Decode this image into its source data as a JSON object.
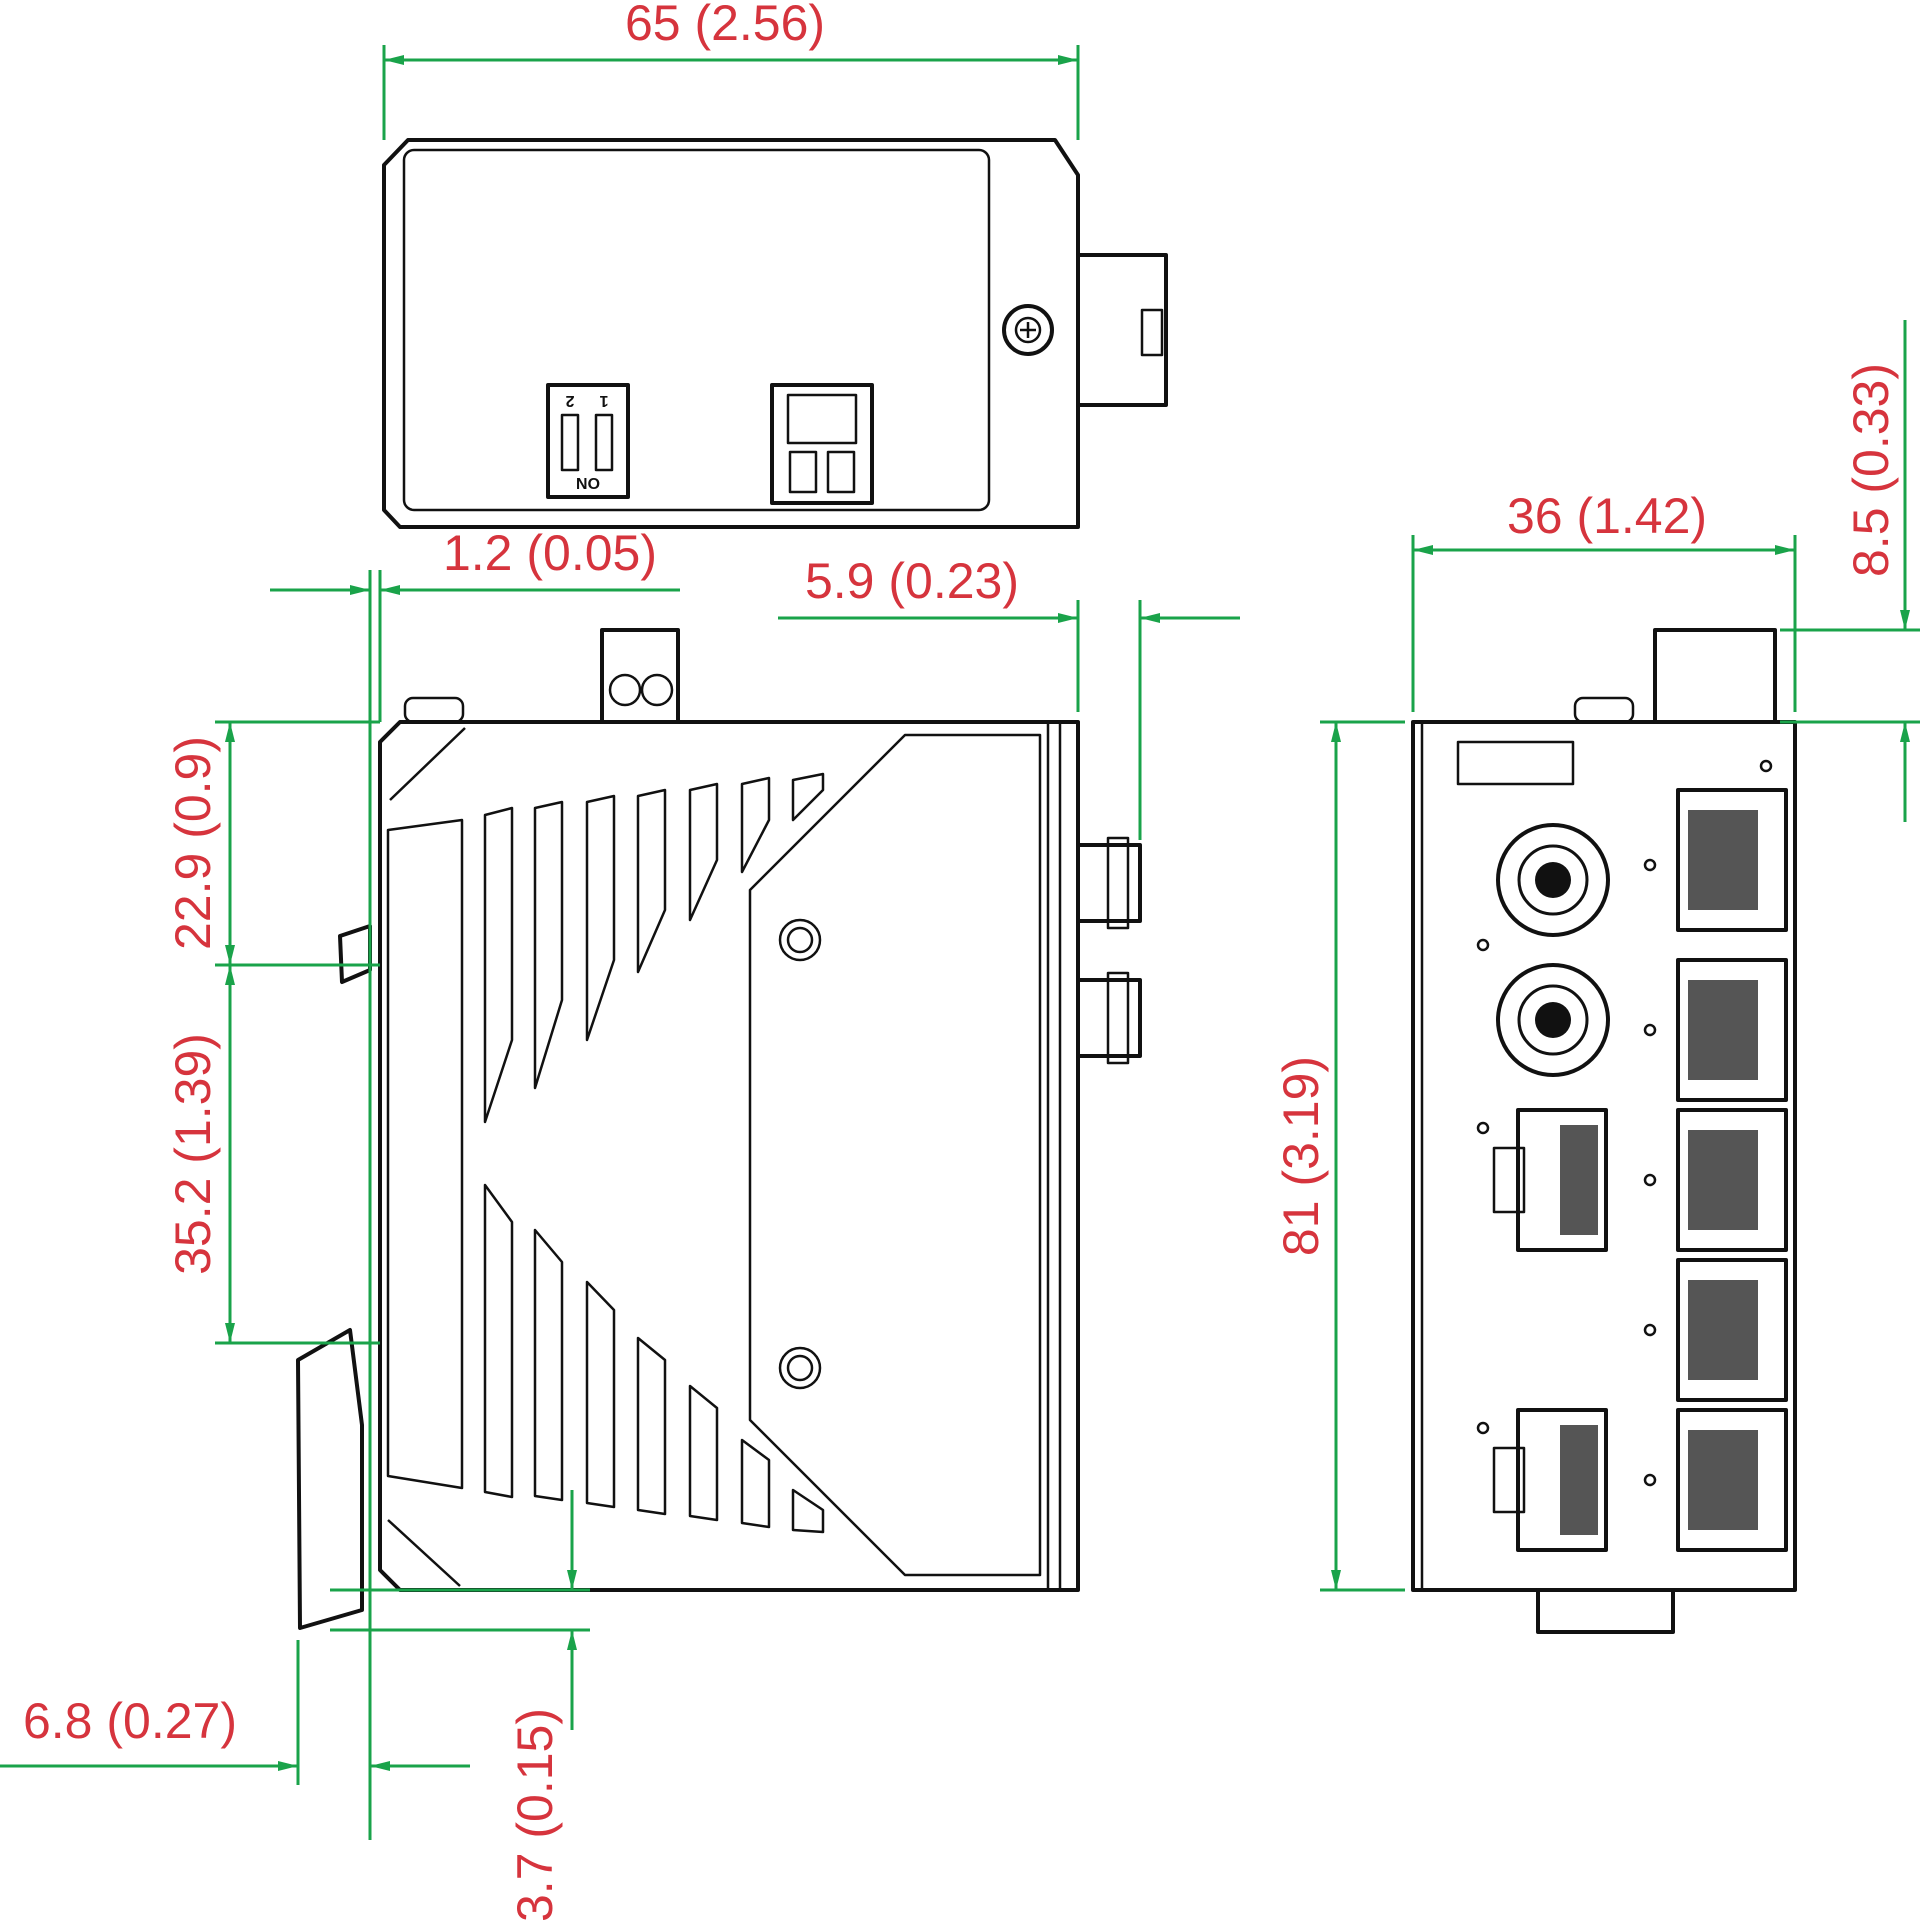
{
  "colors": {
    "dimension_text": "#d6343d",
    "dimension_line": "#1aa34a",
    "outline": "#111111",
    "background": "#ffffff"
  },
  "top_view": {
    "width_label": "65 (2.56)",
    "dip_switch": {
      "numbers": [
        "2",
        "1"
      ],
      "on_label": "ON"
    }
  },
  "side_view": {
    "labels": {
      "wall_offset": "1.2 (0.05)",
      "port_depth": "5.9 (0.23)",
      "upper_mount": "22.9 (0.9)",
      "rail_spacing": "35.2 (1.39)",
      "clip_depth": "6.8 (0.27)",
      "bottom_offset": "3.7 (0.15)"
    }
  },
  "front_view": {
    "labels": {
      "width": "36 (1.42)",
      "height": "81 (3.19)",
      "terminal_height": "8.5 (0.33)"
    }
  }
}
